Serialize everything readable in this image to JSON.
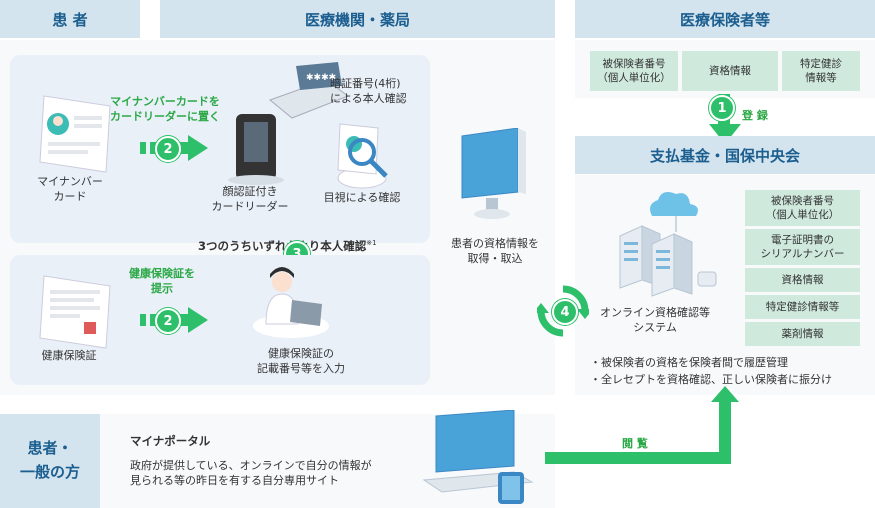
{
  "headers": {
    "patient": "患 者",
    "medical": "医療機関・薬局",
    "insurer": "医療保険者等",
    "fund": "支払基金・国保中央会",
    "general": "患者・\n一般の方"
  },
  "insurer_cells": [
    "被保険者番号\n（個人単位化）",
    "資格情報",
    "特定健診\n情報等"
  ],
  "step1_label": "登 録",
  "fund_cells": [
    "被保険者番号\n（個人単位化）",
    "電子証明書の\nシリアルナンバー",
    "資格情報",
    "特定健診情報等",
    "薬剤情報"
  ],
  "mynumber": {
    "arrow_label": "マイナンバーカードを\nカードリーダーに置く",
    "card": "マイナンバー\nカード",
    "reader": "顔認証付き\nカードリーダー",
    "pin": "暗証番号(4桁)\nによる本人確認",
    "visual": "目視による確認",
    "caption": "3つのうちいずれかより本人確認",
    "caption_note": "※1"
  },
  "insurance": {
    "arrow_label": "健康保険証を\n提示",
    "card": "健康保険証",
    "input": "健康保険証の\n記載番号等を入力"
  },
  "steps": {
    "s1": "1",
    "s2a": "2",
    "s2b": "2",
    "s3": "3",
    "s4": "4"
  },
  "acquire": "患者の資格情報を\n取得・取込",
  "system": "オンライン資格確認等\nシステム",
  "bullets": [
    "・被保険者の資格を保険者間で履歴管理",
    "・全レセプトを資格確認、正しい保険者に振分け"
  ],
  "portal": {
    "title": "マイナポータル",
    "desc": "政府が提供している、オンラインで自分の情報が\n見られる等の昨日を有する自分専用サイト",
    "view_label": "閲 覧"
  },
  "colors": {
    "header_bg": "#d3e4ee",
    "header_text": "#1b5e8f",
    "green": "#2ebf6a",
    "cell_bg": "#cfe9dd"
  }
}
